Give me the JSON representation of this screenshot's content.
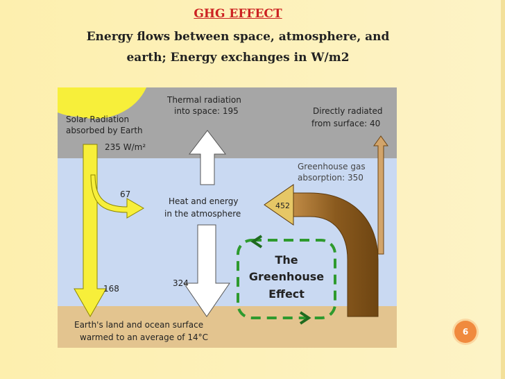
{
  "slide": {
    "title": "GHG EFFECT",
    "subtitle_line1": "Energy flows between space, atmosphere, and",
    "subtitle_line2": "earth; Energy exchanges in W/m2",
    "page_number": "6"
  },
  "diagram": {
    "solar_line1": "Solar Radiation",
    "solar_line2": "absorbed by Earth",
    "solar_value": "235 W/m²",
    "thermal_line1": "Thermal radiation",
    "thermal_line2": "into space: 195",
    "direct_line1": "Directly radiated",
    "direct_line2": "from surface: 40",
    "ghg_line1": "Greenhouse gas",
    "ghg_line2": "absorption: 350",
    "heat_line1": "Heat and energy",
    "heat_line2": "in the atmosphere",
    "value_67": "67",
    "value_452": "452",
    "value_168": "168",
    "value_324": "324",
    "effect_line1": "The",
    "effect_line2": "Greenhouse",
    "effect_line3": "Effect",
    "surface_line1": "Earth's land and ocean surface",
    "surface_line2": "warmed to an average of 14°C"
  },
  "colors": {
    "space": "#a6a6a6",
    "atmosphere": "#c9d9f2",
    "surface": "#e3c48f",
    "sun": "#f7ef3a",
    "brown": "#9a6b2a",
    "dashed_green": "#2e9a2e"
  }
}
